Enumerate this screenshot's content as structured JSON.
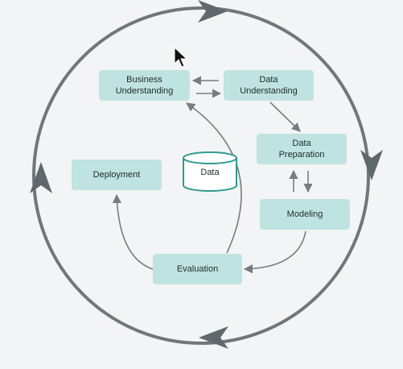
{
  "diagram": {
    "nodes": {
      "business_understanding": "Business\nUnderstanding",
      "data_understanding": "Data\nUnderstanding",
      "data_preparation": "Data\nPreparation",
      "modeling": "Modeling",
      "evaluation": "Evaluation",
      "deployment": "Deployment"
    },
    "data_store": "Data",
    "edges": [
      [
        "Business Understanding",
        "Data Understanding"
      ],
      [
        "Data Understanding",
        "Business Understanding"
      ],
      [
        "Data Understanding",
        "Data Preparation"
      ],
      [
        "Data Preparation",
        "Modeling"
      ],
      [
        "Modeling",
        "Data Preparation"
      ],
      [
        "Modeling",
        "Evaluation"
      ],
      [
        "Evaluation",
        "Business Understanding"
      ],
      [
        "Evaluation",
        "Deployment"
      ]
    ],
    "cycle_direction": "clockwise"
  },
  "colors": {
    "node_fill": "#bfe3e1",
    "data_store_stroke": "#2f9a90",
    "arrow": "#767d82",
    "outer_cycle": "#6f777b",
    "background": "#f3f4f5"
  },
  "icons": [
    "mouse-pointer-icon",
    "cycle-arrowhead-icon",
    "database-icon"
  ]
}
